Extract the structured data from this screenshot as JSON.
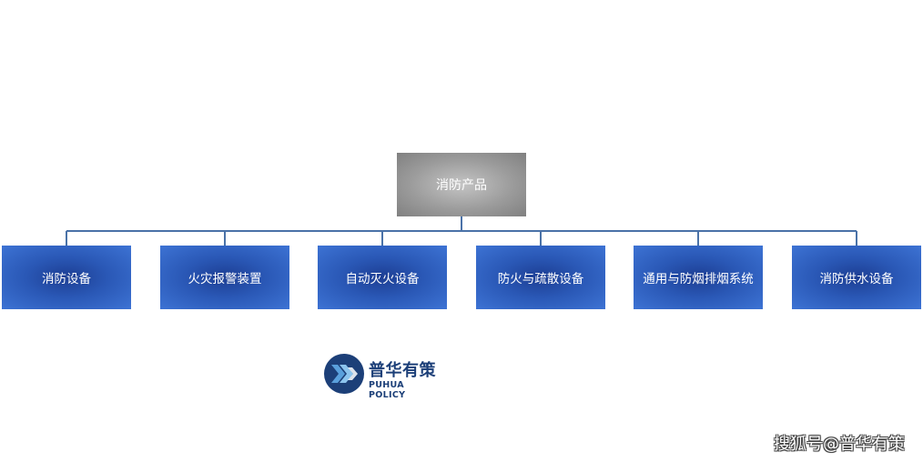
{
  "root": {
    "label": "消防产品"
  },
  "children": [
    {
      "label": "消防设备"
    },
    {
      "label": "火灾报警装置"
    },
    {
      "label": "自动灭火设备"
    },
    {
      "label": "防火与疏散设备"
    },
    {
      "label": "通用与防烟排烟系统"
    },
    {
      "label": "消防供水设备"
    }
  ],
  "logo": {
    "name_cn": "普华有策",
    "name_en": "PUHUA POLICY"
  },
  "watermark": {
    "text": "搜狐号@普华有策"
  },
  "colors": {
    "root_fill": "#9c9c9c",
    "child_fill": "#2a58b6",
    "connector": "#4a72a8",
    "logo_blue": "#1c3f78"
  }
}
